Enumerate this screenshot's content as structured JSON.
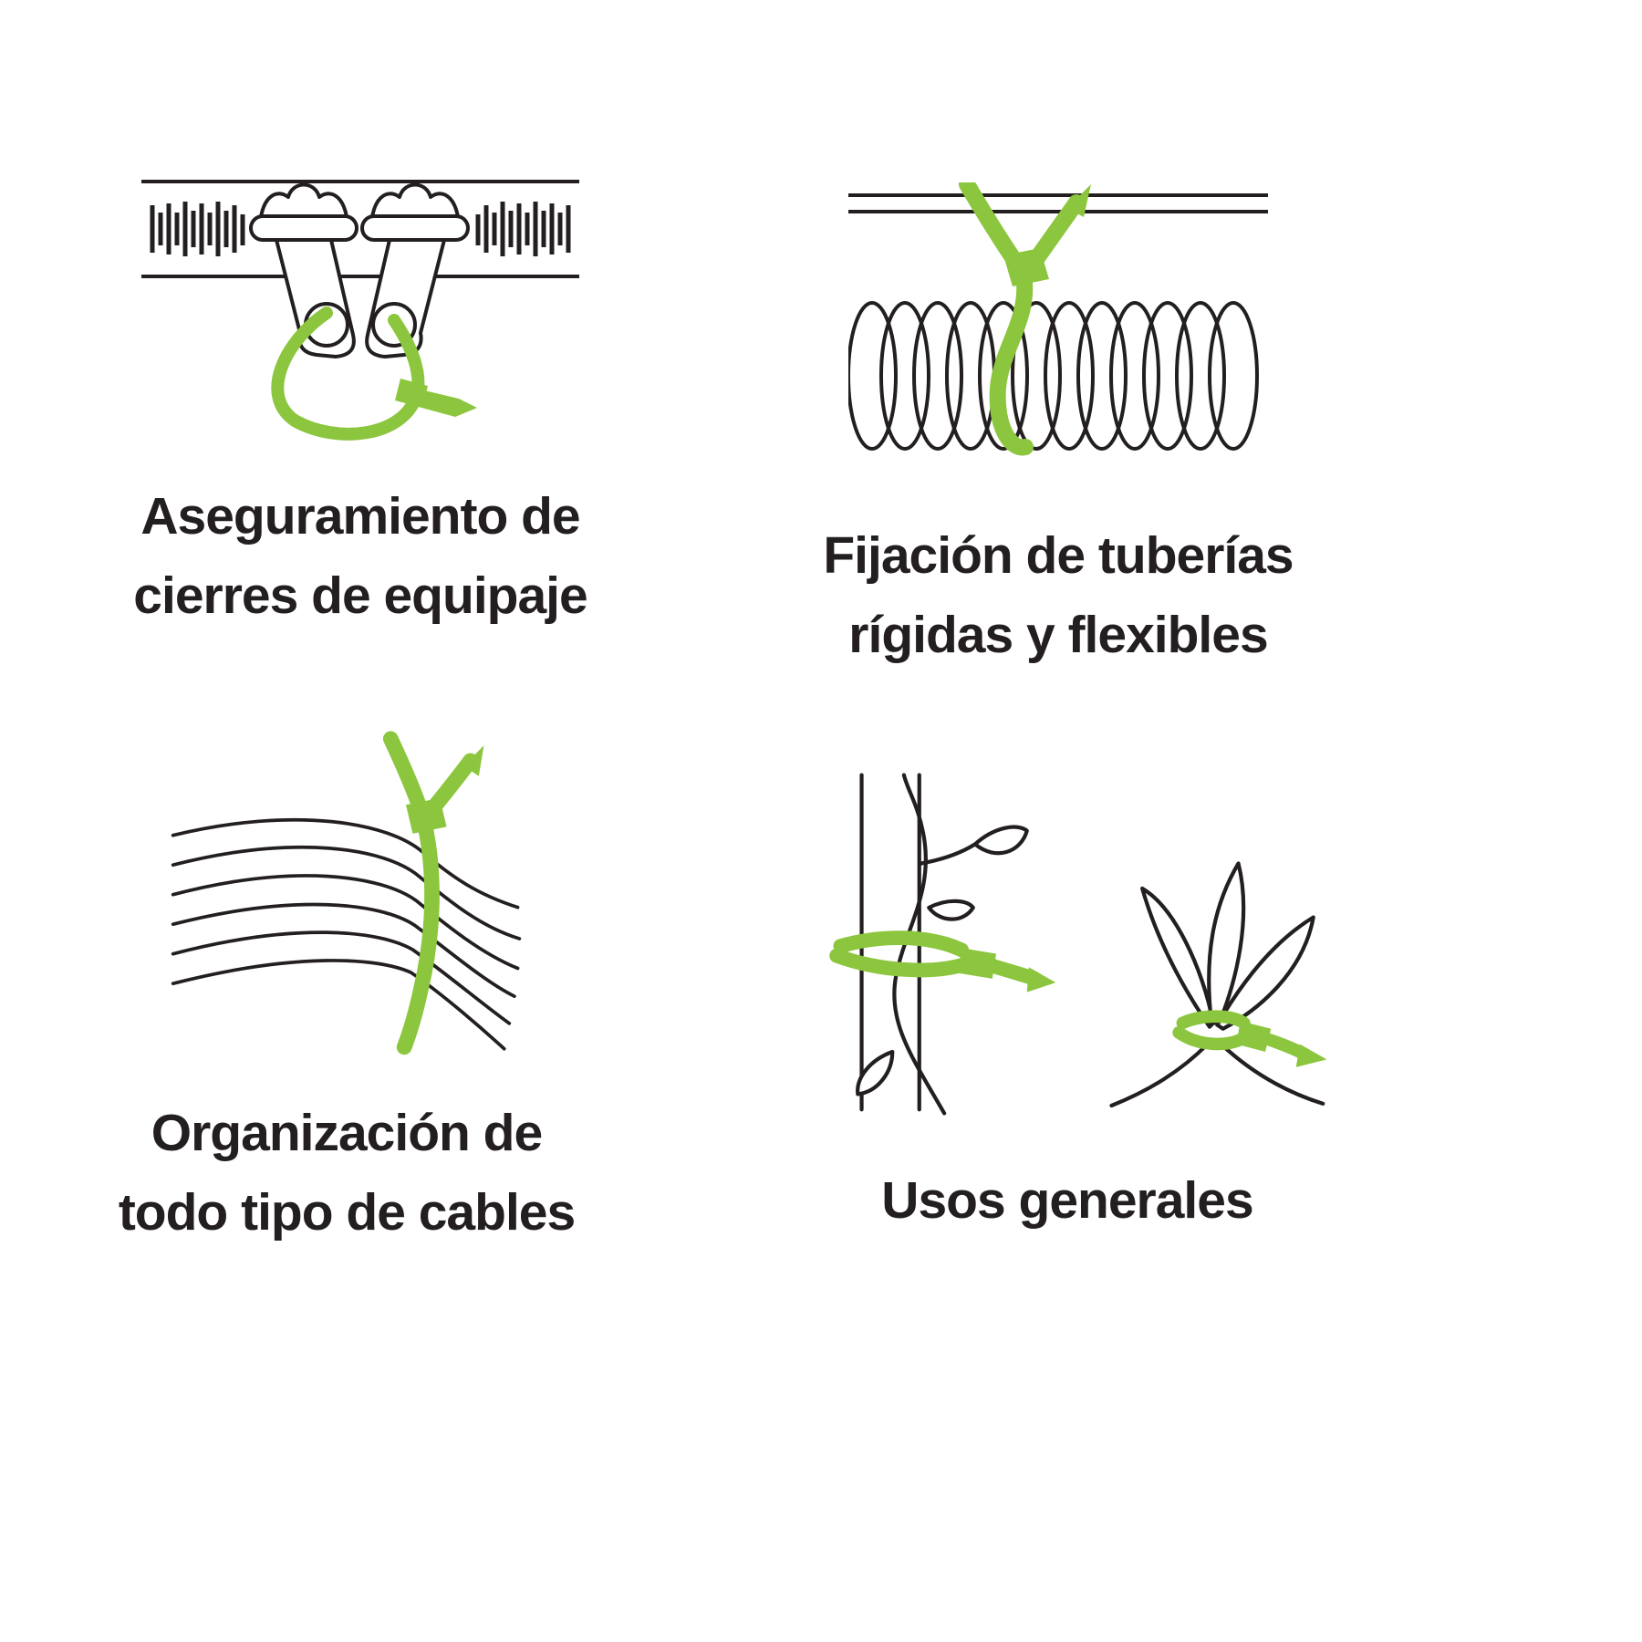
{
  "colors": {
    "accent": "#8cc63e",
    "ink": "#231f20",
    "background": "#ffffff"
  },
  "panels": [
    {
      "id": "luggage",
      "illustration": "luggage-zipper-cable-tie",
      "caption_line1": "Aseguramiento de",
      "caption_line2": "cierres de equipaje"
    },
    {
      "id": "pipes",
      "illustration": "corrugated-pipe-cable-tie",
      "caption_line1": "Fijación de tuberías",
      "caption_line2": "rígidas y flexibles"
    },
    {
      "id": "cables",
      "illustration": "cable-bundle-cable-tie",
      "caption_line1": "Organización de",
      "caption_line2": "todo tipo de cables"
    },
    {
      "id": "general",
      "illustration": "plant-and-bag-cable-tie",
      "caption_line1": "Usos generales"
    }
  ]
}
